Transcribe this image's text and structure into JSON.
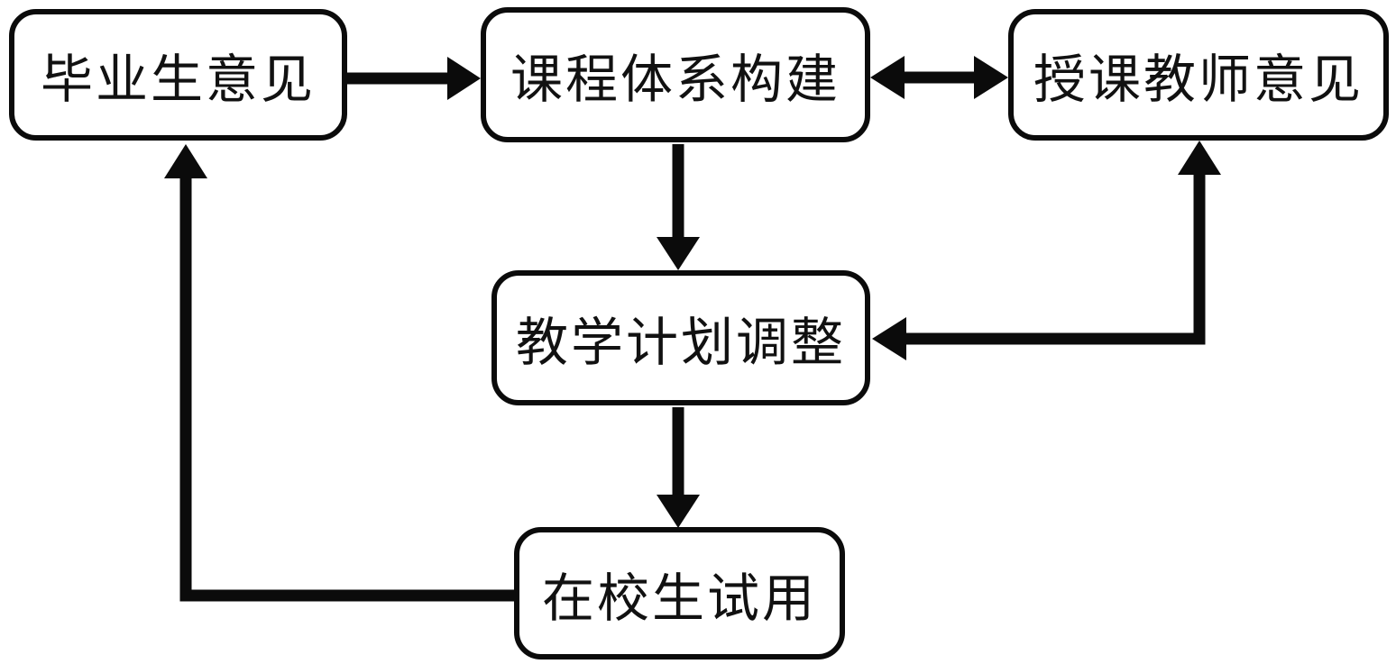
{
  "diagram": {
    "title": "curriculum-feedback-loop-flowchart",
    "colors": {
      "node_fill": "#ffffff",
      "stroke": "#0b0b0b",
      "text": "#111111"
    },
    "nodes": {
      "graduate_opinions": {
        "label": "毕业生意见"
      },
      "curriculum_construction": {
        "label": "课程体系构建"
      },
      "teacher_opinions": {
        "label": "授课教师意见"
      },
      "teaching_plan_adjustment": {
        "label": "教学计划调整"
      },
      "student_trial": {
        "label": "在校生试用"
      }
    },
    "edges": [
      {
        "from": "graduate_opinions",
        "to": "curriculum_construction",
        "direction": "one-way"
      },
      {
        "from": "curriculum_construction",
        "to": "teacher_opinions",
        "direction": "two-way"
      },
      {
        "from": "curriculum_construction",
        "to": "teaching_plan_adjustment",
        "direction": "one-way"
      },
      {
        "from": "teaching_plan_adjustment",
        "to": "teacher_opinions",
        "direction": "two-way"
      },
      {
        "from": "teaching_plan_adjustment",
        "to": "student_trial",
        "direction": "one-way"
      },
      {
        "from": "student_trial",
        "to": "graduate_opinions",
        "direction": "one-way"
      }
    ]
  }
}
